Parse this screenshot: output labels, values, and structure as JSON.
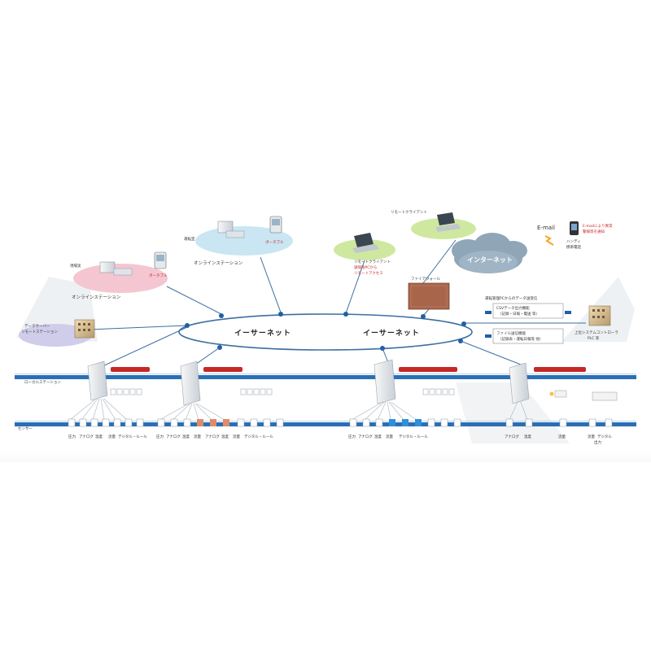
{
  "ethernet": {
    "left_label": "イーサーネット",
    "right_label": "イーサーネット"
  },
  "stations": {
    "online_left": {
      "tag": "現場実",
      "label": "オンラインステーション",
      "device": "ポータブル"
    },
    "online_center": {
      "tag": "運転室",
      "label": "オンラインステーション",
      "device": "ポータブル"
    },
    "remote_client": {
      "label": "リモートクライアント"
    },
    "remote_monitor": {
      "label1": "リモートクライアント",
      "label2": "遠隔地PCから",
      "label3": "リモートアクセス"
    },
    "firewall": {
      "label": "ファイアウォール"
    },
    "internet": {
      "label": "インターネット"
    },
    "email": {
      "label": "E-mail",
      "desc1": "E-mailにより異常",
      "desc2": "警報等を通知",
      "device1": "ハンディ",
      "device2": "携帯電話"
    },
    "left_building": {
      "label1": "データサーバー",
      "label2": "リモートステーション"
    },
    "right_building": {
      "label": "上位システムコントローラ",
      "label2": "PLC 等"
    },
    "right_panel": {
      "title": "運転管理PCからのデータ送受信",
      "item1": "CSVデータ出力機能",
      "item1_sub": "（記録・日報・電送 等）",
      "item2": "ファイル送信機能",
      "item2_sub": "（記録表・運転日報等 他）"
    }
  },
  "buses": {
    "upper": "ローカルステーション",
    "lower": "センサー"
  },
  "bottom_labels": {
    "group1": [
      "圧力",
      "アナログ",
      "温度",
      "流量",
      "デジタル・ルール"
    ],
    "group2": [
      "圧力",
      "アナログ",
      "温度",
      "流量",
      "アナログ",
      "温度",
      "流量",
      "デジタル・ルール"
    ],
    "group3": [
      "圧力",
      "アナログ",
      "温度",
      "流量",
      "デジタル・ルール"
    ],
    "group4": [
      "アナログ",
      "温度"
    ],
    "group5": [
      "流量"
    ],
    "group6": [
      "流量",
      "デジタル",
      "出力"
    ]
  },
  "colors": {
    "bus_blue": "#2a6fb5",
    "line_blue": "#3e6ea1",
    "node_blue": "#1f5fa8",
    "pink": "#f4c6d2",
    "light_blue": "#c9e6f2",
    "green": "#cfe8a0",
    "lavender": "#cfcdea",
    "cloud": "#8fa6b8",
    "firewall": "#a8654a",
    "red_tag": "#c62828"
  }
}
